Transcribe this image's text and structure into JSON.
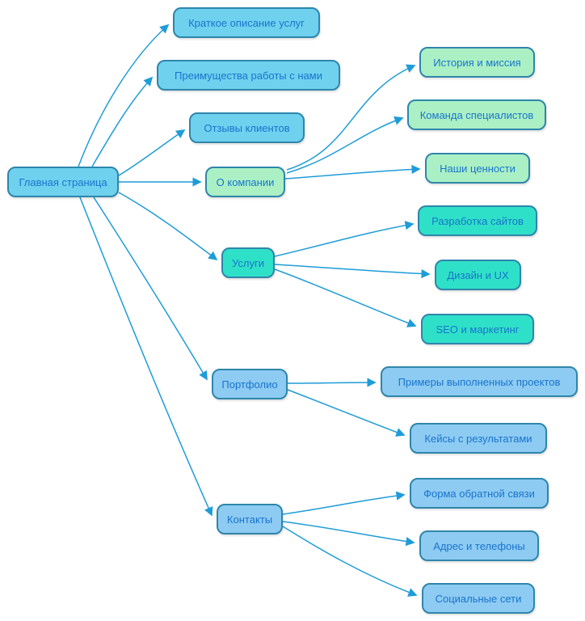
{
  "diagram": {
    "type": "mindmap",
    "nodes": [
      {
        "id": "home",
        "label": "Главная страница",
        "group": "cyan"
      },
      {
        "id": "services-brief",
        "label": "Краткое описание услуг",
        "group": "cyan"
      },
      {
        "id": "advantages",
        "label": "Преимущества работы с нами",
        "group": "cyan"
      },
      {
        "id": "reviews",
        "label": "Отзывы клиентов",
        "group": "cyan"
      },
      {
        "id": "about",
        "label": "О компании",
        "group": "green"
      },
      {
        "id": "history-mission",
        "label": "История и миссия",
        "group": "green"
      },
      {
        "id": "team",
        "label": "Команда специалистов",
        "group": "green"
      },
      {
        "id": "values",
        "label": "Наши ценности",
        "group": "green"
      },
      {
        "id": "services",
        "label": "Услуги",
        "group": "teal"
      },
      {
        "id": "web-development",
        "label": "Разработка сайтов",
        "group": "teal"
      },
      {
        "id": "design-ux",
        "label": "Дизайн и UX",
        "group": "teal"
      },
      {
        "id": "seo-marketing",
        "label": "SEO и маркетинг",
        "group": "teal"
      },
      {
        "id": "portfolio",
        "label": "Портфолио",
        "group": "blue"
      },
      {
        "id": "project-examples",
        "label": "Примеры выполненных проектов",
        "group": "blue"
      },
      {
        "id": "case-studies",
        "label": "Кейсы с результатами",
        "group": "blue"
      },
      {
        "id": "contacts",
        "label": "Контакты",
        "group": "blue"
      },
      {
        "id": "feedback-form",
        "label": "Форма обратной связи",
        "group": "blue"
      },
      {
        "id": "address-phones",
        "label": "Адрес и телефоны",
        "group": "blue"
      },
      {
        "id": "social-networks",
        "label": "Социальные сети",
        "group": "blue"
      }
    ],
    "edges": [
      [
        "home",
        "services-brief"
      ],
      [
        "home",
        "advantages"
      ],
      [
        "home",
        "reviews"
      ],
      [
        "home",
        "about"
      ],
      [
        "home",
        "services"
      ],
      [
        "home",
        "portfolio"
      ],
      [
        "home",
        "contacts"
      ],
      [
        "about",
        "history-mission"
      ],
      [
        "about",
        "team"
      ],
      [
        "about",
        "values"
      ],
      [
        "services",
        "web-development"
      ],
      [
        "services",
        "design-ux"
      ],
      [
        "services",
        "seo-marketing"
      ],
      [
        "portfolio",
        "project-examples"
      ],
      [
        "portfolio",
        "case-studies"
      ],
      [
        "contacts",
        "feedback-form"
      ],
      [
        "contacts",
        "address-phones"
      ],
      [
        "contacts",
        "social-networks"
      ]
    ],
    "colors": {
      "node_border": "#2E86AB",
      "text": "#1874CD",
      "edge": "#1E9CD8",
      "fill_cyan": "#6FD1EE",
      "fill_green": "#ABF0C4",
      "fill_teal": "#2FE0C8",
      "fill_blue": "#8ECBF2"
    }
  }
}
